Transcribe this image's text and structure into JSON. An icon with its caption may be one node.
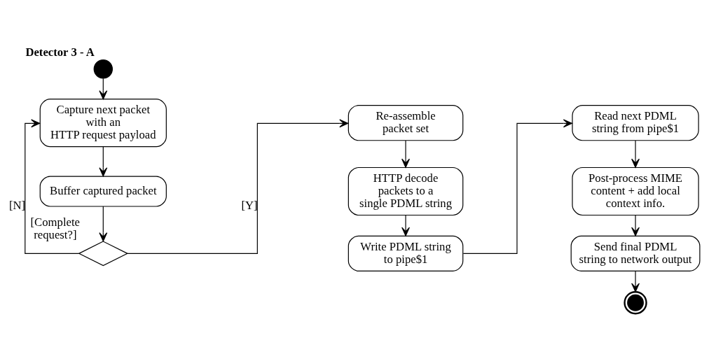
{
  "diagram": {
    "nodes": [
      {
        "text": [],
        "shape": "circle",
        "beside": [
          "Detector 3 - A"
        ]
      },
      {
        "text": [
          "Capture next packet with an HTTP request payload"
        ]
      },
      {
        "text": [
          "Buffer captured packet"
        ]
      },
      {
        "text": [],
        "shape": "diamond",
        "beside": [
          "[Complete request?]"
        ]
      },
      {
        "text": [
          "Re-assemble packet set"
        ]
      },
      {
        "text": [
          "HTTP decode packets to a single PDML string"
        ]
      },
      {
        "text": [
          "Write PDML string to pipe$1"
        ]
      },
      {
        "text": [
          "Read next PDML string from pipe$1"
        ]
      },
      {
        "text": [
          "Post-process MIME content + add local context info."
        ]
      },
      {
        "text": [
          "Send final PDML string to network output"
        ]
      },
      {
        "text": [],
        "shape": "circle"
      }
    ],
    "edges": [
      {
        "from": 0,
        "to": 1,
        "arrow": "to"
      },
      {
        "from": 1,
        "to": 2,
        "arrow": "to"
      },
      {
        "from": 2,
        "to": 3,
        "arrow": "to"
      },
      {
        "from": 3,
        "to": 1,
        "arrow": "to",
        "label": "[N]"
      },
      {
        "from": 3,
        "to": 4,
        "arrow": "to",
        "label": "[Y]"
      },
      {
        "from": 4,
        "to": 5,
        "arrow": "to"
      },
      {
        "from": 5,
        "to": 6,
        "arrow": "to"
      },
      {
        "from": 6,
        "to": 7,
        "arrow": "to"
      },
      {
        "from": 7,
        "to": 8,
        "arrow": "to"
      },
      {
        "from": 8,
        "to": 9,
        "arrow": "to"
      },
      {
        "from": 9,
        "to": 10,
        "arrow": "to"
      }
    ]
  }
}
